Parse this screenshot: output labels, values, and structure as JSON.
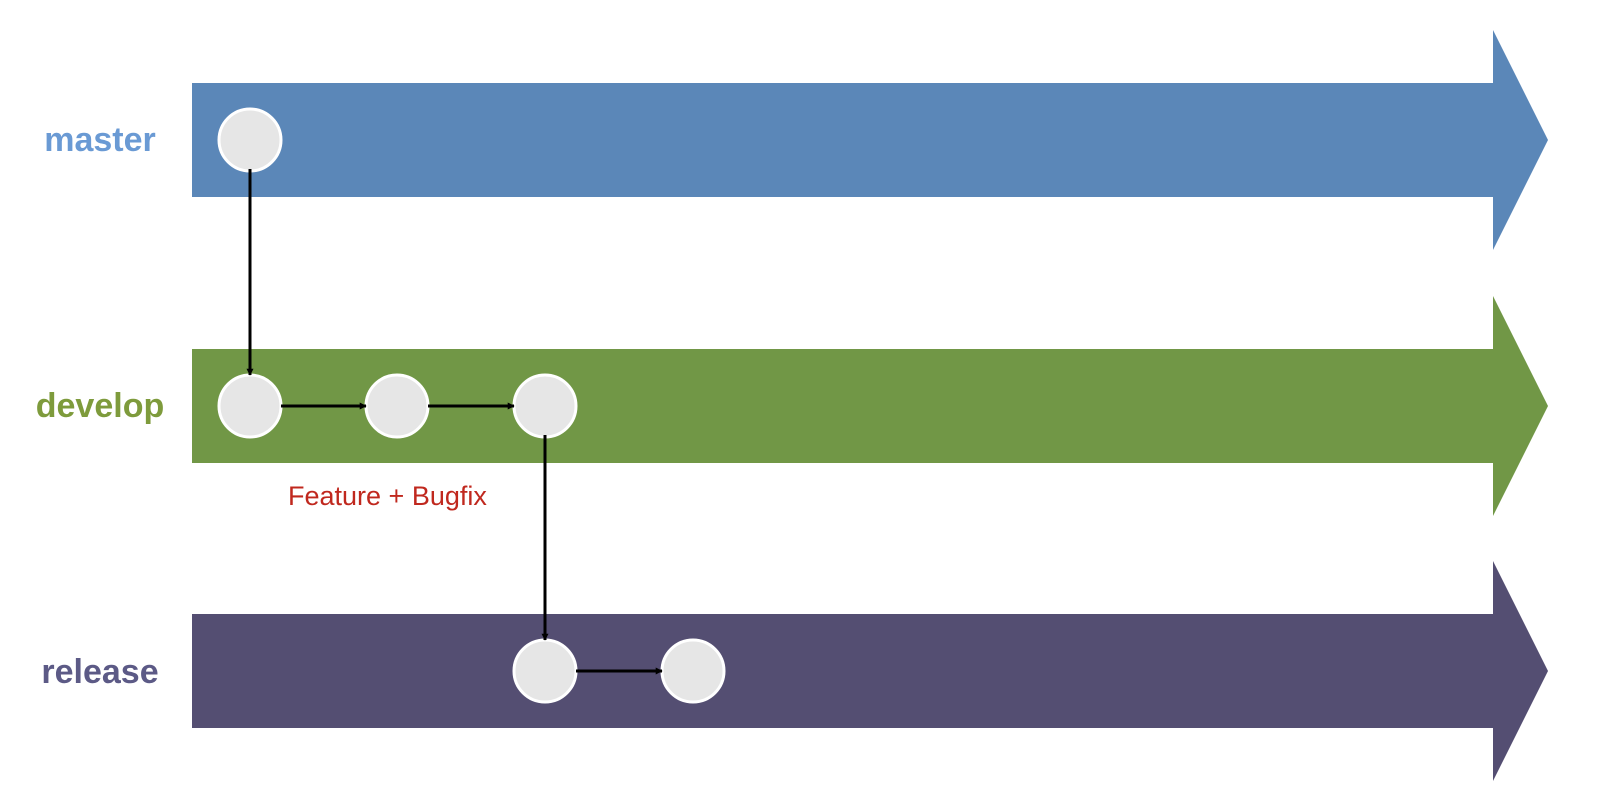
{
  "branches": [
    {
      "id": "master",
      "label": "master",
      "color": "#5B87B8",
      "label_color": "#6A9AD4"
    },
    {
      "id": "develop",
      "label": "develop",
      "color": "#719746",
      "label_color": "#7E9B3C"
    },
    {
      "id": "release",
      "label": "release",
      "color": "#544E72",
      "label_color": "#5C5A86"
    }
  ],
  "commit_style": {
    "fill": "#E6E6E6",
    "stroke": "#FFFFFF"
  },
  "commits": {
    "master": [
      1
    ],
    "develop": [
      1,
      2,
      3
    ],
    "release": [
      3,
      4
    ]
  },
  "edges": [
    {
      "from": "master-1",
      "to": "develop-1"
    },
    {
      "from": "develop-1",
      "to": "develop-2"
    },
    {
      "from": "develop-2",
      "to": "develop-3"
    },
    {
      "from": "develop-3",
      "to": "release-3"
    },
    {
      "from": "release-3",
      "to": "release-4"
    }
  ],
  "annotation": {
    "text": "Feature + Bugfix",
    "color": "#C0281E"
  }
}
